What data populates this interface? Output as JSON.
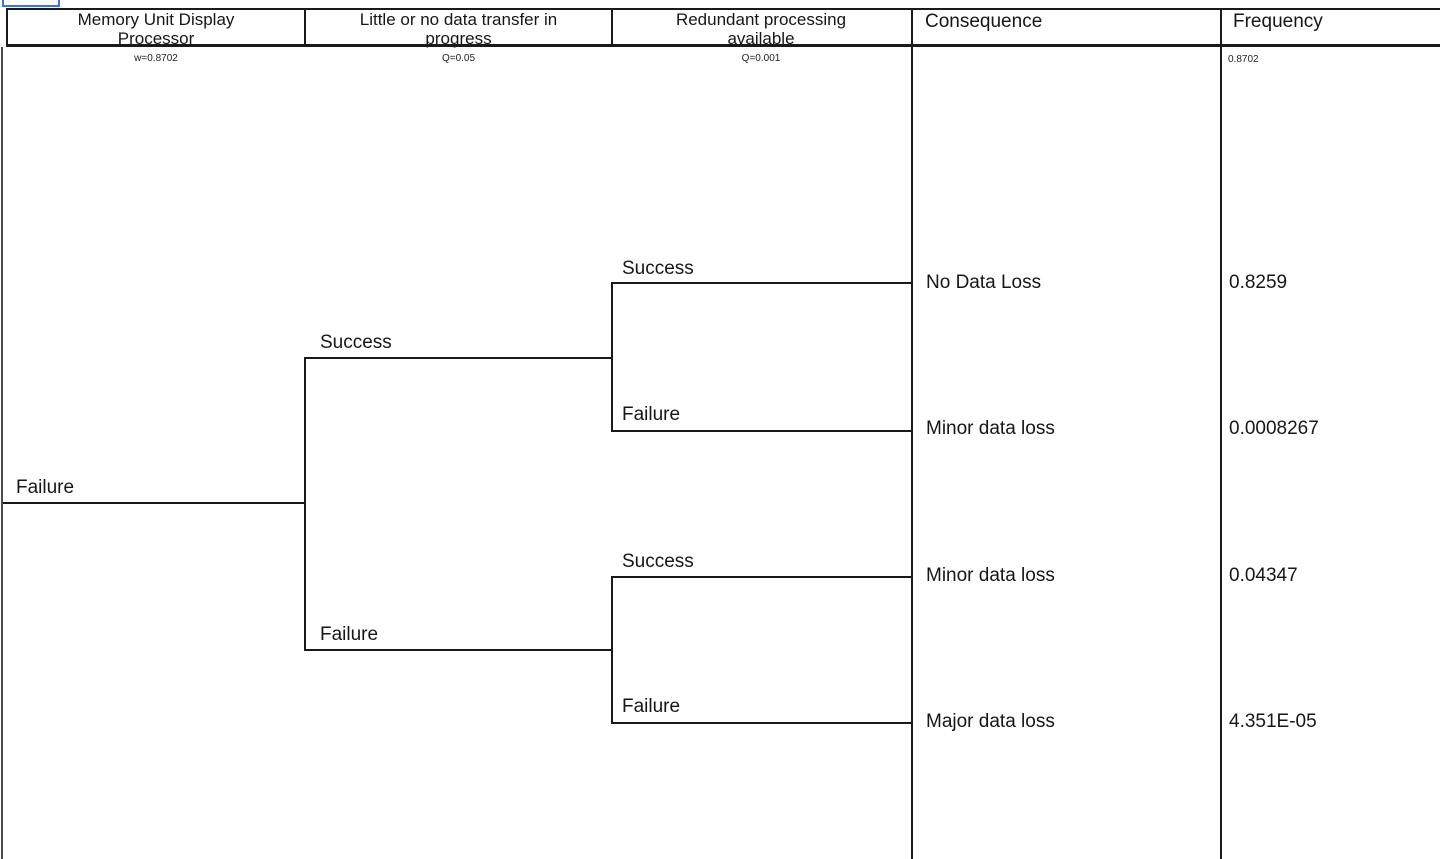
{
  "header": {
    "columns": [
      {
        "line1": "Memory Unit Display",
        "line2": "Processor",
        "param": "w=0.8702"
      },
      {
        "line1": "Little or no data transfer in",
        "line2": "progress",
        "param": "Q=0.05"
      },
      {
        "line1": "Redundant processing",
        "line2": "available",
        "param": "Q=0.001"
      },
      {
        "label": "Consequence"
      },
      {
        "label": "Frequency",
        "param": "0.8702"
      }
    ]
  },
  "tree": {
    "root": "Failure",
    "level1_upper": "Success",
    "level1_lower": "Failure",
    "level2_upper_success": "Success",
    "level2_upper_failure": "Failure",
    "level2_lower_success": "Success",
    "level2_lower_failure": "Failure"
  },
  "outcomes": [
    {
      "consequence": "No Data Loss",
      "frequency": "0.8259"
    },
    {
      "consequence": "Minor data loss",
      "frequency": "0.0008267"
    },
    {
      "consequence": "Minor data loss",
      "frequency": "0.04347"
    },
    {
      "consequence": "Major data loss",
      "frequency": "4.351E-05"
    }
  ],
  "colors": {
    "branch_line": "#1a1a1a",
    "tab_border": "#4472c4",
    "page_edge": "#4a4a4a"
  }
}
